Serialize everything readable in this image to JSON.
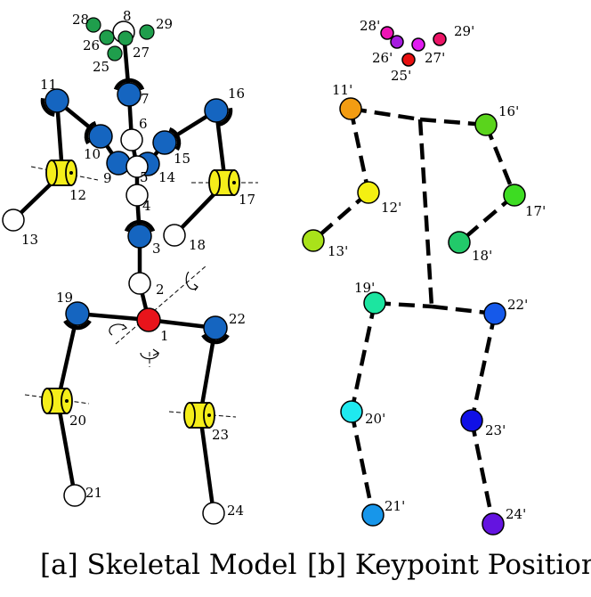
{
  "captions": {
    "a": "[a] Skeletal Model",
    "b": "[b] Keypoint Positions"
  },
  "colors": {
    "joint_blue": "#1565c0",
    "joint_white": "#ffffff",
    "joint_red": "#e8141b",
    "head_green": "#1f9e4c",
    "hinge_yellow": "#f5ee1a",
    "line": "#000000"
  },
  "skeleton": {
    "labels": [
      "1",
      "2",
      "3",
      "4",
      "5",
      "6",
      "7",
      "8",
      "9",
      "10",
      "11",
      "12",
      "13",
      "14",
      "15",
      "16",
      "17",
      "18",
      "19",
      "20",
      "21",
      "22",
      "23",
      "24",
      "25",
      "26",
      "27",
      "28",
      "29"
    ]
  },
  "keypoints": {
    "labels": [
      "11'",
      "12'",
      "13'",
      "16'",
      "17'",
      "18'",
      "19'",
      "20'",
      "21'",
      "22'",
      "23'",
      "24'",
      "25'",
      "26'",
      "27'",
      "28'",
      "29'"
    ],
    "colors": {
      "11": "#f39c12",
      "12": "#f4f012",
      "13": "#a9e21a",
      "16": "#5ad41c",
      "17": "#3ddc22",
      "18": "#22c96a",
      "19": "#1ce5a0",
      "20": "#1fe9ef",
      "21": "#1796ea",
      "22": "#1559ea",
      "23": "#1010e6",
      "24": "#6414e0",
      "25": "#e81010",
      "26": "#a61be0",
      "27": "#e01cf0",
      "28": "#ee14b5",
      "29": "#ec1567"
    }
  }
}
